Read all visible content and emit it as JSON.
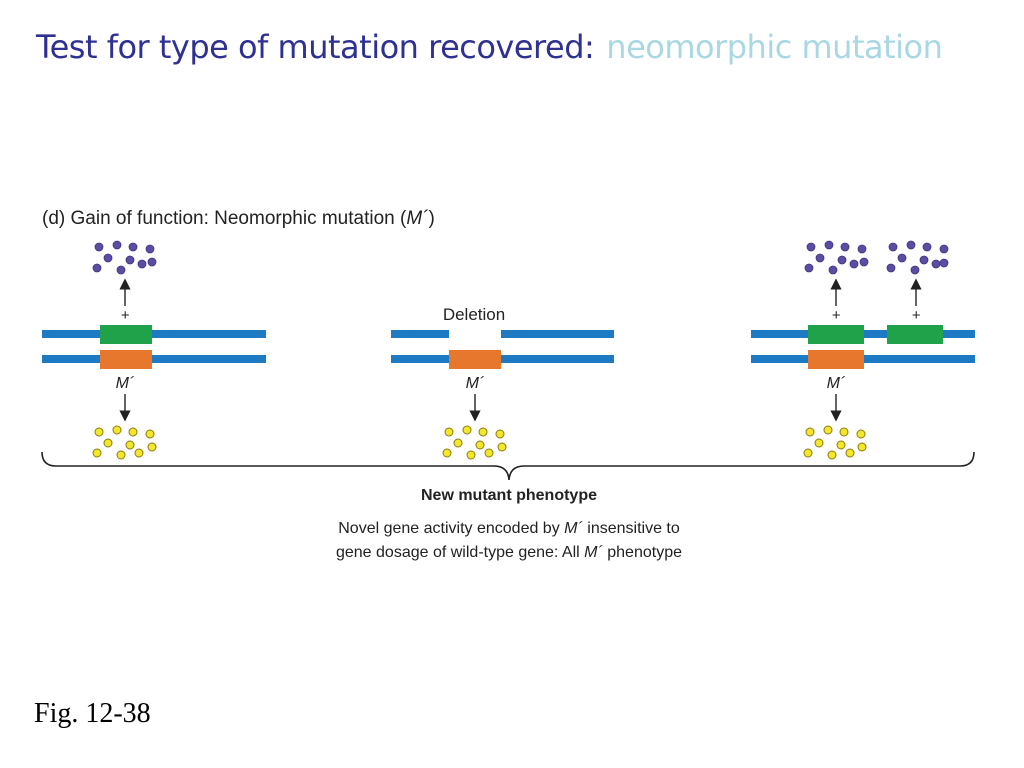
{
  "title": {
    "main": "Test for type of mutation recovered:",
    "sub": "neomorphic mutation"
  },
  "figure": {
    "heading_prefix": "(d) Gain of function: Neomorphic mutation (",
    "heading_italic": "M´",
    "heading_suffix": ")",
    "deletion_label": "Deletion",
    "plus": "+",
    "mutant_allele": "M´",
    "phenotype_title": "New mutant phenotype",
    "caption_line1_a": "Novel gene activity encoded by ",
    "caption_line1_b": "M´",
    "caption_line1_c": " insensitive to",
    "caption_line2_a": "gene dosage of wild-type gene: All ",
    "caption_line2_b": "M´",
    "caption_line2_c": " phenotype"
  },
  "colors": {
    "title_main": "#2e3192",
    "title_sub": "#a9d8e3",
    "chromosome": "#1f7ac4",
    "wild_type_gene": "#1fa24a",
    "mutant_gene": "#e8772e",
    "wild_type_product": "#5b4ea2",
    "mutant_product": "#f4e62a"
  },
  "fig_label": "Fig. 12-38"
}
